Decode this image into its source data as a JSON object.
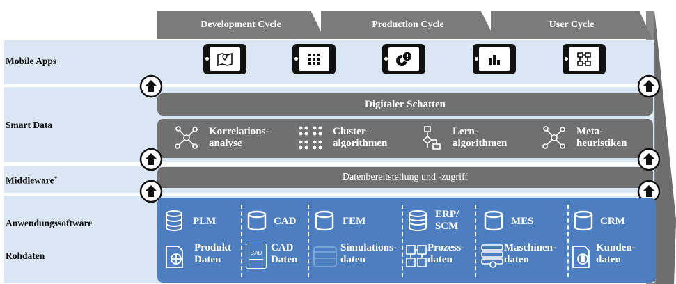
{
  "cycles": [
    "Development Cycle",
    "Production Cycle",
    "User Cycle"
  ],
  "lanes": {
    "mobile": "Mobile Apps",
    "smart": "Smart Data",
    "middleware": "Middleware",
    "middleware_sup": "+",
    "app": "Anwendungssoftware",
    "raw": "Rohdaten"
  },
  "mobile_icons": [
    "map-icon",
    "grid-icon",
    "location-alert-icon",
    "bar-chart-icon",
    "network-icon"
  ],
  "shadow": "Digitaler Schatten",
  "algorithms": [
    {
      "l1": "Korrelations-",
      "l2": "analyse",
      "icon": "network-graph-icon"
    },
    {
      "l1": "Cluster-",
      "l2": "algorithmen",
      "icon": "cluster-dots-icon"
    },
    {
      "l1": "Lern-",
      "l2": "algorithmen",
      "icon": "flowchart-icon"
    },
    {
      "l1": "Meta-",
      "l2": "heuristiken",
      "icon": "network-graph-icon"
    }
  ],
  "middleware_text": "Datenbereitstellung und -zugriff",
  "software": [
    {
      "l1": "PLM",
      "l2": ""
    },
    {
      "l1": "CAD",
      "l2": ""
    },
    {
      "l1": "FEM",
      "l2": ""
    },
    {
      "l1": "ERP/",
      "l2": "SCM"
    },
    {
      "l1": "MES",
      "l2": ""
    },
    {
      "l1": "CRM",
      "l2": ""
    }
  ],
  "rawdata": [
    {
      "l1": "Produkt",
      "l2": "Daten"
    },
    {
      "l1": "CAD",
      "l2": "Daten",
      "icon_text": "CAD"
    },
    {
      "l1": "Simulations-",
      "l2": "daten"
    },
    {
      "l1": "Prozess-",
      "l2": "daten"
    },
    {
      "l1": "Maschinen-",
      "l2": "daten"
    },
    {
      "l1": "Kunden-",
      "l2": "daten"
    }
  ],
  "colors": {
    "header_grey": "#7b7b7b",
    "bar_grey": "#707070",
    "lane_light_blue": "#dae6f3",
    "app_blue": "#4d7ebf"
  }
}
